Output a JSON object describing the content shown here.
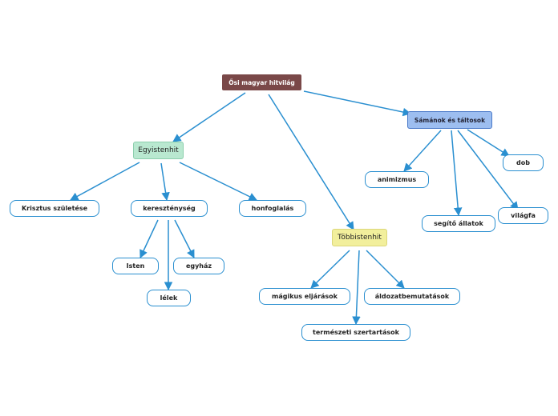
{
  "diagram": {
    "root": "Ősi magyar hitvilág",
    "branches": {
      "egyistenhit": "Egyistenhit",
      "tobbistenhit": "Többistenhit",
      "samanok": "Sámánok és táltosok"
    },
    "leaves": {
      "krisztus": "Krisztus születése",
      "keresztenyseg": "kereszténység",
      "honfoglalas": "honfoglalás",
      "isten": "Isten",
      "egyhaz": "egyház",
      "lelek": "lélek",
      "magikus": "mágikus eljárások",
      "aldozat": "áldozatbemutatások",
      "termeszeti": "természeti szertartások",
      "animizmus": "animizmus",
      "segito": "segítő állatok",
      "dob": "dob",
      "vilagfa": "világfa"
    }
  },
  "colors": {
    "edge": "#2a8fd0",
    "root_fill": "#7a4848",
    "egyistenhit_fill": "#b9e8d0",
    "tobbistenhit_fill": "#f2ef9c",
    "samanok_fill": "#9dbef0"
  }
}
